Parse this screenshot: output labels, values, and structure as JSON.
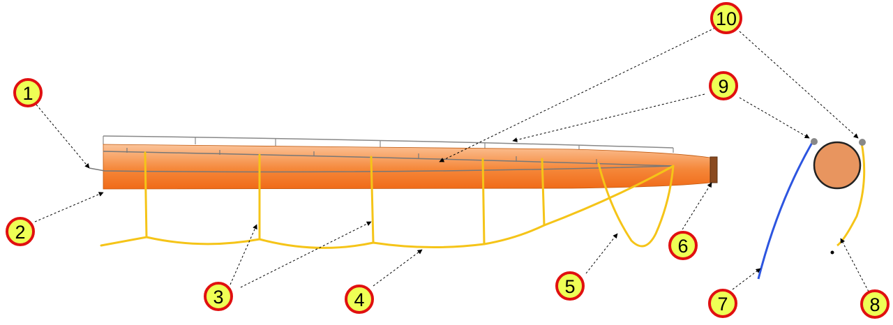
{
  "colors": {
    "hull_light": "#fbc49a",
    "hull_dark": "#f06a18",
    "rod_end": "#8a4a20",
    "cable_yellow": "#f5c418",
    "cable_blue": "#2d55e0",
    "cross_section": "#e8955f",
    "callout_fill": "#eeff55",
    "callout_ring": "#e01010",
    "rail_grey": "#888888"
  },
  "callouts": [
    {
      "id": "1",
      "label": "1"
    },
    {
      "id": "2",
      "label": "2"
    },
    {
      "id": "3",
      "label": "3"
    },
    {
      "id": "4",
      "label": "4"
    },
    {
      "id": "5",
      "label": "5"
    },
    {
      "id": "6",
      "label": "6"
    },
    {
      "id": "7",
      "label": "7"
    },
    {
      "id": "8",
      "label": "8"
    },
    {
      "id": "9",
      "label": "9"
    },
    {
      "id": "10",
      "label": "10"
    }
  ]
}
